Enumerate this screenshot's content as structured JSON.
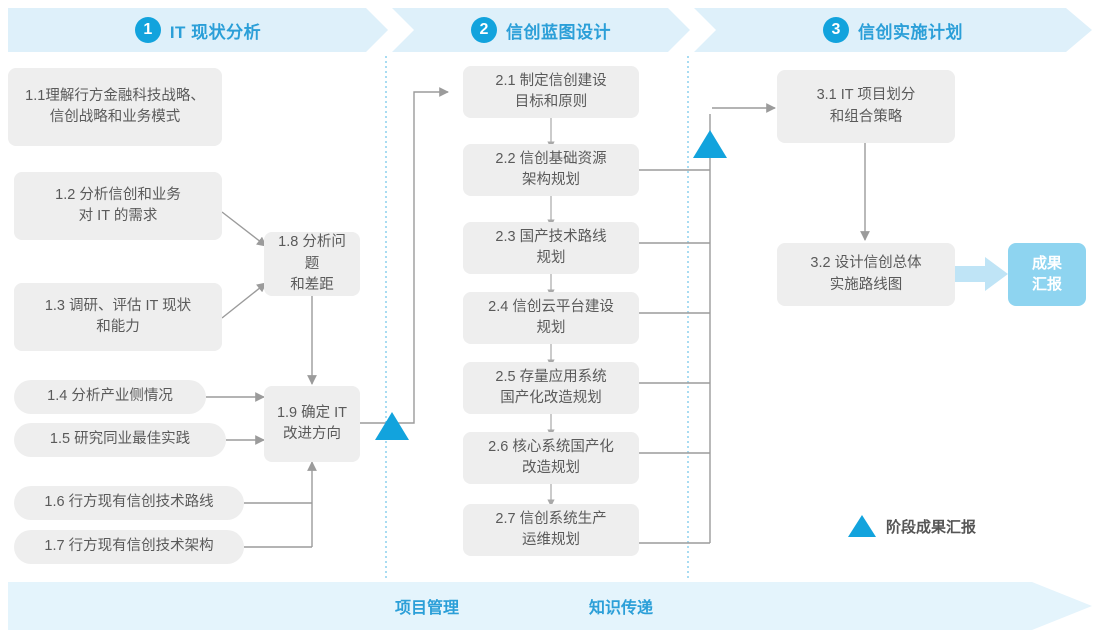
{
  "phases": [
    {
      "num": "1",
      "title": "IT 现状分析"
    },
    {
      "num": "2",
      "title": "信创蓝图设计"
    },
    {
      "num": "3",
      "title": "信创实施计划"
    }
  ],
  "boxes": {
    "b11": {
      "line1": "1.1理解行方金融科技战略、",
      "line2": "信创战略和业务模式"
    },
    "b12": {
      "line1": "1.2 分析信创和业务",
      "line2": "对 IT 的需求"
    },
    "b13": {
      "line1": "1.3 调研、评估 IT 现状",
      "line2": "和能力"
    },
    "b14": {
      "line1": "1.4 分析产业侧情况",
      "line2": ""
    },
    "b15": {
      "line1": "1.5 研究同业最佳实践",
      "line2": ""
    },
    "b16": {
      "line1": "1.6 行方现有信创技术路线",
      "line2": ""
    },
    "b17": {
      "line1": "1.7 行方现有信创技术架构",
      "line2": ""
    },
    "b18": {
      "line1": "1.8 分析问题",
      "line2": "和差距"
    },
    "b19": {
      "line1": "1.9 确定 IT",
      "line2": "改进方向"
    },
    "b21": {
      "line1": "2.1 制定信创建设",
      "line2": "目标和原则"
    },
    "b22": {
      "line1": "2.2 信创基础资源",
      "line2": "架构规划"
    },
    "b23": {
      "line1": "2.3 国产技术路线",
      "line2": "规划"
    },
    "b24": {
      "line1": "2.4 信创云平台建设",
      "line2": "规划"
    },
    "b25": {
      "line1": "2.5 存量应用系统",
      "line2": "国产化改造规划"
    },
    "b26": {
      "line1": "2.6 核心系统国产化",
      "line2": "改造规划"
    },
    "b27": {
      "line1": "2.7 信创系统生产",
      "line2": "运维规划"
    },
    "b31": {
      "line1": "3.1 IT 项目划分",
      "line2": "和组合策略"
    },
    "b32": {
      "line1": "3.2 设计信创总体",
      "line2": "实施路线图"
    }
  },
  "result_badge": {
    "label": "成果\n汇报"
  },
  "legend": {
    "label": "阶段成果汇报",
    "icon": "triangle-icon",
    "color": "#12a3dd"
  },
  "bottom": {
    "labels": [
      "项目管理",
      "知识传递"
    ]
  },
  "colors": {
    "accent": "#12a3dd",
    "band": "#def0fa",
    "bottom_band": "#e4f4fc",
    "box": "#eeeeee",
    "badge": "#8ed4f0",
    "text": "#5a5a5a",
    "divider": "#6fc4e8"
  }
}
